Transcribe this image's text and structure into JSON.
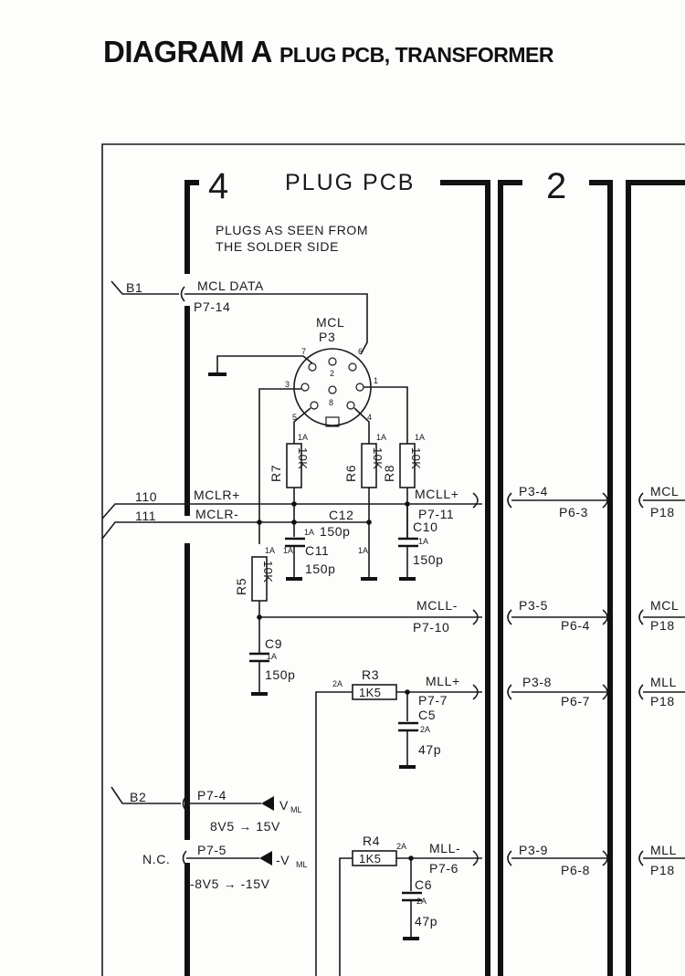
{
  "title": {
    "main": "DIAGRAM A",
    "sub": "PLUG PCB, TRANSFORMER"
  },
  "sections": {
    "plug_num": "4",
    "plug_title": "PLUG PCB",
    "next_num": "2"
  },
  "note": {
    "line1": "PLUGS AS SEEN FROM",
    "line2": "THE SOLDER SIDE"
  },
  "connector": {
    "name": "MCL",
    "ref": "P3",
    "pins": [
      "1",
      "2",
      "3",
      "4",
      "5",
      "6",
      "7",
      "8"
    ]
  },
  "nets": {
    "b1": "B1",
    "b2": "B2",
    "n110": "110",
    "n111": "111",
    "nc": "N.C.",
    "mcl_data": "MCL DATA",
    "p7_14": "P7-14",
    "mclr_plus": "MCLR+",
    "mclr_minus": "MCLR-",
    "mcll_plus": "MCLL+",
    "p7_11": "P7-11",
    "mcll_minus": "MCLL-",
    "p7_10": "P7-10",
    "mll_plus": "MLL+",
    "p7_7": "P7-7",
    "mll_minus": "MLL-",
    "p7_6": "P7-6",
    "p7_4": "P7-4",
    "p7_5": "P7-5",
    "p3_4": "P3-4",
    "p3_5": "P3-5",
    "p3_8": "P3-8",
    "p3_9": "P3-9",
    "p6_3": "P6-3",
    "p6_4": "P6-4",
    "p6_7": "P6-7",
    "p6_8": "P6-8",
    "r_mcl1": "MCL",
    "r_p18_1": "P18",
    "r_mcl2": "MCL",
    "r_p18_2": "P18",
    "r_mll1": "MLL",
    "r_p18_3": "P18",
    "r_mll2": "MLL",
    "r_p18_4": "P18"
  },
  "supplies": {
    "vml_pos": "V",
    "vml_neg": "-V",
    "vml_sub": "ML",
    "range_pos": "8V5 → 15V",
    "range_neg": "-8V5 → -15V"
  },
  "components": {
    "r7": {
      "ref": "R7",
      "value": "10K",
      "tag": "1A"
    },
    "r6": {
      "ref": "R6",
      "value": "10K",
      "tag": "1A"
    },
    "r8": {
      "ref": "R8",
      "value": "10K",
      "tag": "1A"
    },
    "r5": {
      "ref": "R5",
      "value": "10K",
      "tag": "1A"
    },
    "r3": {
      "ref": "R3",
      "value": "1K5",
      "tag": "2A"
    },
    "r4": {
      "ref": "R4",
      "value": "1K5",
      "tag": "2A"
    },
    "c12": {
      "ref": "C12",
      "value": "150p",
      "tag": "1A"
    },
    "c11": {
      "ref": "C11",
      "value": "150p",
      "tag": "1A"
    },
    "c10": {
      "ref": "C10",
      "value": "150p",
      "tag": "1A"
    },
    "c9": {
      "ref": "C9",
      "value": "150p",
      "tag": "1A"
    },
    "c5": {
      "ref": "C5",
      "value": "47p",
      "tag": "2A"
    },
    "c6": {
      "ref": "C6",
      "value": "47p",
      "tag": "2A"
    }
  }
}
